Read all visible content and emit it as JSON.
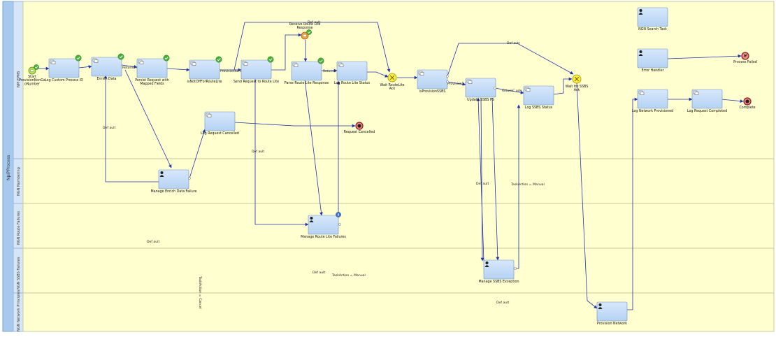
{
  "pool": {
    "label": "NpiPProcess"
  },
  "lanes": [
    {
      "id": "l1",
      "label": "NPI EPMS"
    },
    {
      "id": "l2",
      "label": "NGN Numbering"
    },
    {
      "id": "l3",
      "label": "NGN Route Failures"
    },
    {
      "id": "l4",
      "label": "NGN SSBS Failures"
    },
    {
      "id": "l5",
      "label": "NGN Network Principles"
    }
  ],
  "tasks": [
    {
      "id": "t_logcustom",
      "label": "Log Custom Process ID",
      "icon": "gear-icon",
      "check": true
    },
    {
      "id": "t_enrich",
      "label": "Enrich Data",
      "icon": "gear-icon",
      "check": true
    },
    {
      "id": "t_persist",
      "label": "Persist Request with Mapped Fields",
      "icon": "gear-icon",
      "check": true
    },
    {
      "id": "t_isnot",
      "label": "isNotOffForRouteLite",
      "icon": "gear-icon",
      "check": true
    },
    {
      "id": "t_send",
      "label": "Send Request to Route Lite",
      "icon": "gear-icon",
      "check": true
    },
    {
      "id": "t_parse",
      "label": "Parse Route Lite Response",
      "icon": "gear-icon",
      "check": true
    },
    {
      "id": "t_logroute",
      "label": "Log Route Lite Status",
      "icon": "gear-icon",
      "check": false
    },
    {
      "id": "t_isprov",
      "label": "isProvisionSSBS",
      "icon": "gear-icon",
      "check": false
    },
    {
      "id": "t_update",
      "label": "Update SSBS PS",
      "icon": "gear-icon",
      "check": false
    },
    {
      "id": "t_logssbs",
      "label": "Log SSBS Status",
      "icon": "gear-icon",
      "check": false
    },
    {
      "id": "t_logcancel",
      "label": "Log Request Cancelled",
      "icon": "gear-icon",
      "check": false
    },
    {
      "id": "t_manenrich",
      "label": "Manage Enrich Data Failure",
      "icon": "user-icon",
      "check": false
    },
    {
      "id": "t_manroute",
      "label": "Manage Route Lite Failures",
      "icon": "user-icon",
      "check": false
    },
    {
      "id": "t_manssbs",
      "label": "Manage SSBS Exception",
      "icon": "user-icon",
      "check": false
    },
    {
      "id": "t_provnet",
      "label": "Provision Network",
      "icon": "user-icon",
      "check": false
    },
    {
      "id": "t_search",
      "label": "NGN Search Task",
      "icon": "user-icon",
      "check": false
    },
    {
      "id": "t_errh",
      "label": "Error Handler",
      "icon": "user-icon",
      "check": false
    },
    {
      "id": "t_lognet",
      "label": "Log Network Provisioned",
      "icon": "gear-icon",
      "check": false
    },
    {
      "id": "t_logcomp",
      "label": "Log Request Completed",
      "icon": "gear-icon",
      "check": false
    }
  ],
  "events": [
    {
      "id": "e_start",
      "label": "Start ProvisionNonGe oNumber",
      "kind": "start"
    },
    {
      "id": "e_receive",
      "label": "Receive Route Lite Response",
      "kind": "message"
    },
    {
      "id": "e_cancelled",
      "label": "Request Cancelled",
      "kind": "end"
    },
    {
      "id": "e_failed",
      "label": "Process Failed",
      "kind": "end-error"
    },
    {
      "id": "e_complete",
      "label": "Complete",
      "kind": "end"
    }
  ],
  "gateways": [
    {
      "id": "g_waitroute",
      "label": "Wait RouteLite Ack"
    },
    {
      "id": "g_waitssbs",
      "label": "Wait for SSBS Ack"
    }
  ],
  "flow_labels": [
    {
      "id": "f_def1",
      "text": "Def ault"
    },
    {
      "id": "f_def2",
      "text": "Def ault"
    },
    {
      "id": "f_def3",
      "text": "Def ault"
    },
    {
      "id": "f_def4",
      "text": "Def ault"
    },
    {
      "id": "f_def5",
      "text": "Def ault"
    },
    {
      "id": "f_def6",
      "text": "Def ault"
    },
    {
      "id": "f_def7",
      "text": "Def ault"
    },
    {
      "id": "f_def8",
      "text": "Def ault"
    },
    {
      "id": "f_rc1",
      "text": "ReturnC ode = 0"
    },
    {
      "id": "f_prov",
      "text": "ProvisionRo uteLite = True"
    },
    {
      "id": "f_rc2",
      "text": "ReturnC ode = 0"
    },
    {
      "id": "f_provssbs",
      "text": "ProvisionS SBS = True"
    },
    {
      "id": "f_rc3",
      "text": "ReturnC ode = 0"
    },
    {
      "id": "f_ta1",
      "text": "TaskAction = Manual"
    },
    {
      "id": "f_ta2",
      "text": "TaskAction = Manual"
    },
    {
      "id": "f_ta3",
      "text": "TaskAction = Cancel"
    }
  ]
}
